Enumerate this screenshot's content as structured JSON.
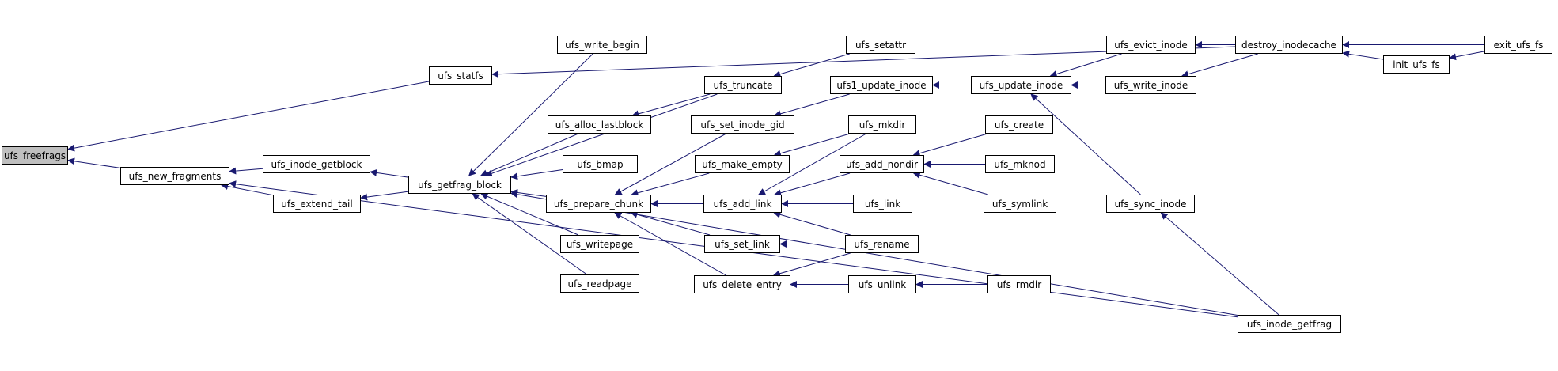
{
  "graph": {
    "title": "",
    "colors": {
      "edge": "#191970",
      "node_border": "#000000",
      "node_fill": "#ffffff",
      "root_fill": "#bfbfbf"
    },
    "nodes": {
      "ufs_freefrags": "ufs_freefrags",
      "ufs_statfs": "ufs_statfs",
      "ufs_new_fragments": "ufs_new_fragments",
      "ufs_inode_getblock": "ufs_inode_getblock",
      "ufs_extend_tail": "ufs_extend_tail",
      "ufs_getfrag_block": "ufs_getfrag_block",
      "ufs_write_begin": "ufs_write_begin",
      "ufs_alloc_lastblock": "ufs_alloc_lastblock",
      "ufs_bmap": "ufs_bmap",
      "ufs_prepare_chunk": "ufs_prepare_chunk",
      "ufs_writepage": "ufs_writepage",
      "ufs_readpage": "ufs_readpage",
      "ufs_truncate": "ufs_truncate",
      "ufs_set_inode_gid": "ufs_set_inode_gid",
      "ufs_make_empty": "ufs_make_empty",
      "ufs_add_link": "ufs_add_link",
      "ufs_set_link": "ufs_set_link",
      "ufs_delete_entry": "ufs_delete_entry",
      "ufs_setattr": "ufs_setattr",
      "ufs1_update_inode": "ufs1_update_inode",
      "ufs_mkdir": "ufs_mkdir",
      "ufs_add_nondir": "ufs_add_nondir",
      "ufs_link": "ufs_link",
      "ufs_rename": "ufs_rename",
      "ufs_unlink": "ufs_unlink",
      "ufs_update_inode": "ufs_update_inode",
      "ufs_create": "ufs_create",
      "ufs_mknod": "ufs_mknod",
      "ufs_symlink": "ufs_symlink",
      "ufs_rmdir": "ufs_rmdir",
      "ufs_evict_inode": "ufs_evict_inode",
      "ufs_write_inode": "ufs_write_inode",
      "ufs_sync_inode": "ufs_sync_inode",
      "destroy_inodecache": "destroy_inodecache",
      "ufs_inode_getfrag": "ufs_inode_getfrag",
      "init_ufs_fs": "init_ufs_fs",
      "exit_ufs_fs": "exit_ufs_fs"
    },
    "edges": [
      {
        "from": "ufs_statfs",
        "to": "ufs_freefrags"
      },
      {
        "from": "ufs_new_fragments",
        "to": "ufs_freefrags"
      },
      {
        "from": "ufs_inode_getblock",
        "to": "ufs_new_fragments"
      },
      {
        "from": "ufs_extend_tail",
        "to": "ufs_new_fragments"
      },
      {
        "from": "ufs_inode_getfrag",
        "to": "ufs_new_fragments"
      },
      {
        "from": "ufs_getfrag_block",
        "to": "ufs_inode_getblock"
      },
      {
        "from": "ufs_getfrag_block",
        "to": "ufs_extend_tail"
      },
      {
        "from": "destroy_inodecache",
        "to": "ufs_statfs"
      },
      {
        "from": "ufs_write_begin",
        "to": "ufs_getfrag_block"
      },
      {
        "from": "ufs_truncate",
        "to": "ufs_getfrag_block"
      },
      {
        "from": "ufs_alloc_lastblock",
        "to": "ufs_getfrag_block"
      },
      {
        "from": "ufs_bmap",
        "to": "ufs_getfrag_block"
      },
      {
        "from": "ufs_prepare_chunk",
        "to": "ufs_getfrag_block"
      },
      {
        "from": "ufs_writepage",
        "to": "ufs_getfrag_block"
      },
      {
        "from": "ufs_readpage",
        "to": "ufs_getfrag_block"
      },
      {
        "from": "ufs_inode_getfrag",
        "to": "ufs_getfrag_block"
      },
      {
        "from": "ufs_truncate",
        "to": "ufs_alloc_lastblock"
      },
      {
        "from": "ufs_set_inode_gid",
        "to": "ufs_prepare_chunk"
      },
      {
        "from": "ufs_make_empty",
        "to": "ufs_prepare_chunk"
      },
      {
        "from": "ufs_add_link",
        "to": "ufs_prepare_chunk"
      },
      {
        "from": "ufs_set_link",
        "to": "ufs_prepare_chunk"
      },
      {
        "from": "ufs_delete_entry",
        "to": "ufs_prepare_chunk"
      },
      {
        "from": "ufs_setattr",
        "to": "ufs_truncate"
      },
      {
        "from": "ufs1_update_inode",
        "to": "ufs_set_inode_gid"
      },
      {
        "from": "ufs_mkdir",
        "to": "ufs_make_empty"
      },
      {
        "from": "ufs_mkdir",
        "to": "ufs_add_link"
      },
      {
        "from": "ufs_add_nondir",
        "to": "ufs_add_link"
      },
      {
        "from": "ufs_link",
        "to": "ufs_add_link"
      },
      {
        "from": "ufs_rename",
        "to": "ufs_add_link"
      },
      {
        "from": "ufs_rename",
        "to": "ufs_set_link"
      },
      {
        "from": "ufs_rename",
        "to": "ufs_delete_entry"
      },
      {
        "from": "ufs_unlink",
        "to": "ufs_delete_entry"
      },
      {
        "from": "ufs_update_inode",
        "to": "ufs1_update_inode"
      },
      {
        "from": "ufs_create",
        "to": "ufs_add_nondir"
      },
      {
        "from": "ufs_mknod",
        "to": "ufs_add_nondir"
      },
      {
        "from": "ufs_symlink",
        "to": "ufs_add_nondir"
      },
      {
        "from": "ufs_rmdir",
        "to": "ufs_unlink"
      },
      {
        "from": "ufs_evict_inode",
        "to": "ufs_update_inode"
      },
      {
        "from": "ufs_write_inode",
        "to": "ufs_update_inode"
      },
      {
        "from": "ufs_sync_inode",
        "to": "ufs_update_inode"
      },
      {
        "from": "destroy_inodecache",
        "to": "ufs_evict_inode"
      },
      {
        "from": "destroy_inodecache",
        "to": "ufs_write_inode"
      },
      {
        "from": "ufs_inode_getfrag",
        "to": "ufs_sync_inode"
      },
      {
        "from": "exit_ufs_fs",
        "to": "destroy_inodecache"
      },
      {
        "from": "init_ufs_fs",
        "to": "destroy_inodecache"
      },
      {
        "from": "exit_ufs_fs",
        "to": "init_ufs_fs"
      }
    ]
  }
}
